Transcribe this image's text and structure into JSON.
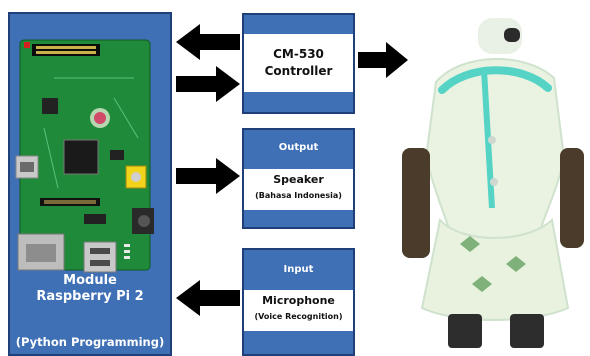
{
  "module": {
    "title_line1": "Module",
    "title_line2": "Raspberry Pi 2",
    "subtitle": "(Python Programming)"
  },
  "controller": {
    "line1": "CM-530",
    "line2": "Controller"
  },
  "output": {
    "header": "Output",
    "title": "Speaker",
    "subtitle": "(Bahasa Indonesia)"
  },
  "input": {
    "header": "Input",
    "title": "Microphone",
    "subtitle": "(Voice Recognition)"
  },
  "colors": {
    "block_blue": "#3f6fb4",
    "block_border": "#1e3f78",
    "arrow": "#000000",
    "board_green": "#1f8a3a"
  }
}
